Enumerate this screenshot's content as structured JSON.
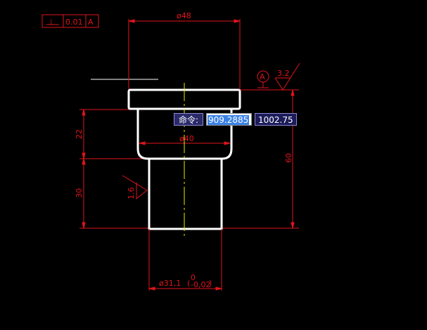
{
  "drawing": {
    "tolerance_frame": {
      "symbol": "⊥",
      "value": "0.01",
      "datum": "A"
    },
    "datum_label": "A",
    "roughness_top": "3.2",
    "roughness_side": "1.6",
    "dim_top_diameter": "ø48",
    "dim_mid_diameter": "ø40",
    "dim_height_22": "22",
    "dim_height_30": "30",
    "dim_height_60": "60",
    "dim_bottom_diameter": "ø31,1",
    "dim_bottom_tol_upper": "0",
    "dim_bottom_tol_lower": "-0,02"
  },
  "command": {
    "label": "命令:",
    "x_value": "909.2885",
    "y_value": "1002.75"
  },
  "colors": {
    "background": "#000000",
    "dimension": "#e0141c",
    "outline": "#ffffff",
    "centerline": "#e8e800"
  }
}
